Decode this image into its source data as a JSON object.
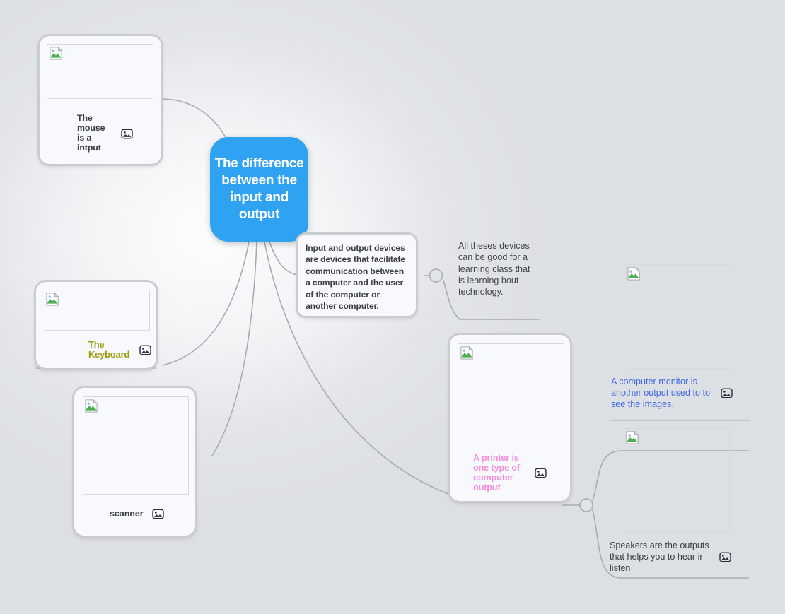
{
  "theme": {
    "background": "#dcdfe3",
    "card_background": "#f7f9fc",
    "card_border": "#c9ccd1",
    "connector": "#a8abaf",
    "central_fill": "#30a2f2",
    "central_text": "#ffffff",
    "text_dark": "#3b4045",
    "text_muted": "#41464b",
    "olive": "#9a9a09",
    "pink": "#f58edd",
    "royal_blue": "#4169e1"
  },
  "central": {
    "label": "The difference between the input and output"
  },
  "nodes": {
    "definition": {
      "text": "Input and output devices are devices that facilitate communication between a computer and the user of the computer or another computer."
    },
    "all_theses": {
      "text": "All theses devices can be good for a learning class that is learning bout technology."
    },
    "mouse": {
      "caption": "The mouse is a intput",
      "image_placeholder": "broken-image",
      "icon": "picture-icon"
    },
    "keyboard": {
      "caption": "The Keyboard",
      "image_placeholder": "broken-image",
      "icon": "picture-icon"
    },
    "scanner": {
      "caption": "scanner",
      "image_placeholder": "broken-image",
      "icon": "picture-icon"
    },
    "printer": {
      "caption": "A printer is one type of computer output",
      "image_placeholder": "broken-image",
      "icon": "picture-icon"
    },
    "monitor": {
      "caption": "A computer monitor is another output used to to see the images.",
      "image_placeholder": "broken-image",
      "icon": "picture-icon"
    },
    "speakers": {
      "caption": "Speakers are the outputs that helps you to hear ir listen",
      "image_placeholder": "broken-image",
      "icon": "picture-icon"
    }
  },
  "handles": {
    "definition_collapse": "collapse-handle",
    "speakers_collapse": "collapse-handle"
  }
}
